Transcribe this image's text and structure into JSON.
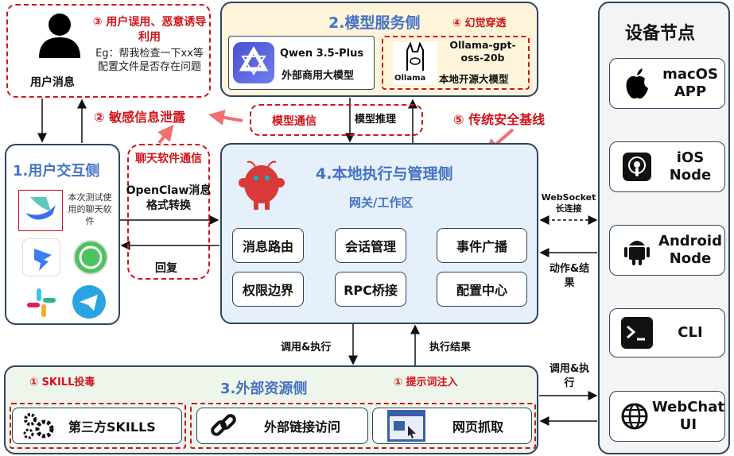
{
  "user_msg": {
    "label": "用户消息",
    "risk": "③ 用户误用、恶意诱导利用",
    "example": "Eg：帮我检查一下xx等配置文件是否存在问题"
  },
  "model_side": {
    "title": "2.模型服务侧",
    "risk": "④ 幻觉穿透",
    "qwen": {
      "name": "Qwen 3.5-Plus",
      "desc": "外部商用大模型"
    },
    "ollama": {
      "name": "Ollama-gpt-oss-20b",
      "desc": "本地开源大模型",
      "logo": "Ollama"
    }
  },
  "model_link": {
    "comm": "模型通信",
    "infer": "模型推理"
  },
  "risk2": "② 敏感信息泄露",
  "risk5": "⑤ 传统安全基线",
  "user_side": {
    "title": "1.用户交互侧",
    "note": "本次测试使用的聊天软件",
    "apps": [
      "feishu-icon",
      "dingtalk-icon",
      "whatsapp-icon",
      "slack-icon",
      "telegram-icon"
    ]
  },
  "chat_link": {
    "risk": "聊天软件通信",
    "desc": "OpenClaw消息格式转换",
    "reply": "回复"
  },
  "local_side": {
    "title": "4.本地执行与管理侧",
    "subtitle": "网关/工作区",
    "modules": [
      "消息路由",
      "会话管理",
      "事件广播",
      "权限边界",
      "RPC桥接",
      "配置中心"
    ]
  },
  "device_link": {
    "ws": "WebSocket长连接",
    "action": "动作&结果",
    "invoke": "调用&执行"
  },
  "devices": {
    "title": "设备节点",
    "items": [
      {
        "label": "macOS APP",
        "icon": "apple-icon"
      },
      {
        "label": "iOS Node",
        "icon": "podcast-icon"
      },
      {
        "label": "Android Node",
        "icon": "android-icon"
      },
      {
        "label": "CLI",
        "icon": "terminal-icon"
      },
      {
        "label": "WebChat UI",
        "icon": "globe-icon"
      }
    ]
  },
  "exec_link": {
    "invoke": "调用&执行",
    "result": "执行结果"
  },
  "external_side": {
    "title": "3.外部资源侧",
    "risk_skill": "① SKILL投毒",
    "risk_prompt": "① 提示词注入",
    "items": [
      "第三方SKILLS",
      "外部链接访问",
      "网页抓取"
    ]
  }
}
